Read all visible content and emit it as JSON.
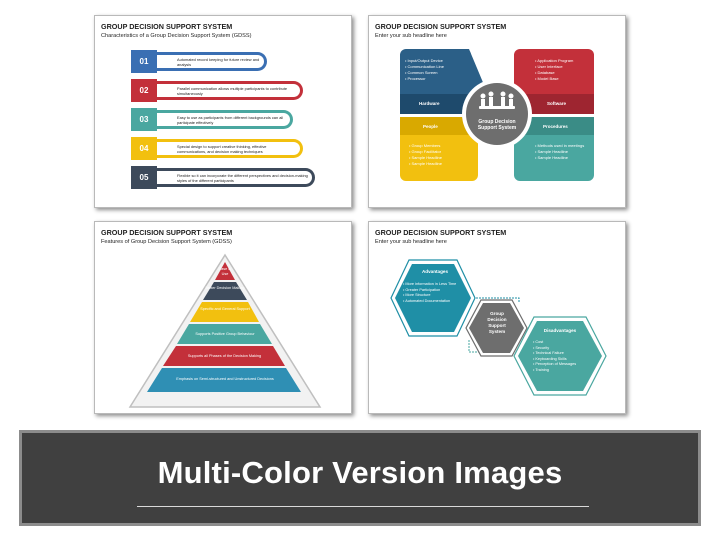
{
  "colors": {
    "navy": "#3d4a5b",
    "red": "#c3303a",
    "teal": "#4aa7a0",
    "yellow": "#f2c00f",
    "dark_teal": "#1f8fa6",
    "pink": "#d23b54",
    "gray_circle": "#6e6e6e",
    "banner_bg": "#404040"
  },
  "slides": [
    {
      "title": "GROUP DECISION SUPPORT SYSTEM",
      "subtitle": "Characteristics of a Group Decision Support System (GDSS)",
      "items": [
        {
          "num": "01",
          "text": "Automated record keeping for future review and analysis"
        },
        {
          "num": "02",
          "text": "Parallel communication allows multiple participants to contribute simultaneously"
        },
        {
          "num": "03",
          "text": "Easy to use as participants from different backgrounds can all participate effectively"
        },
        {
          "num": "04",
          "text": "Special design to support creative thinking, effective communications, and decision making techniques"
        },
        {
          "num": "05",
          "text": "Flexible so it can incorporate the different perspectives and decision-making styles of the different participants"
        }
      ]
    },
    {
      "title": "GROUP DECISION SUPPORT SYSTEM",
      "subtitle": "Enter your sub headline here",
      "center": "Group Decision Support System",
      "quadrants": [
        {
          "label": "Hardware",
          "items": [
            "Input/Output Device",
            "Communication Line",
            "Common Screen",
            "Processor"
          ]
        },
        {
          "label": "Software",
          "items": [
            "Application Program",
            "User Interface",
            "Database",
            "Model Base"
          ]
        },
        {
          "label": "People",
          "items": [
            "Group Members",
            "Group Facilitator",
            "Sample Headline",
            "Sample Headline"
          ]
        },
        {
          "label": "Procedures",
          "items": [
            "Methods used in meetings",
            "Sample Headline",
            "Sample Headline"
          ]
        }
      ]
    },
    {
      "title": "GROUP DECISION SUPPORT SYSTEM",
      "subtitle": "Features of Group Decision Support System (GDSS)",
      "levels": [
        "Ease of Use",
        "Better Decision Making",
        "Specific and General Support",
        "Supports Positive Group Behaviour",
        "Supports all Phases of the Decision Making",
        "Emphasis on Semi-structured and Unstructured Decisions"
      ]
    },
    {
      "title": "GROUP DECISION SUPPORT SYSTEM",
      "subtitle": "Enter your sub headline here",
      "center": "Group Decision Support System",
      "advantages": {
        "label": "Advantages",
        "items": [
          "More information in Less Time",
          "Greater Participation",
          "More Structure",
          "Automated Documentation"
        ]
      },
      "disadvantages": {
        "label": "Disadvantages",
        "items": [
          "Cost",
          "Security",
          "Technical Failure",
          "Keyboarding Skills",
          "Perception of Messages",
          "Training"
        ]
      }
    }
  ],
  "banner": {
    "title": "Multi-Color Version Images"
  }
}
